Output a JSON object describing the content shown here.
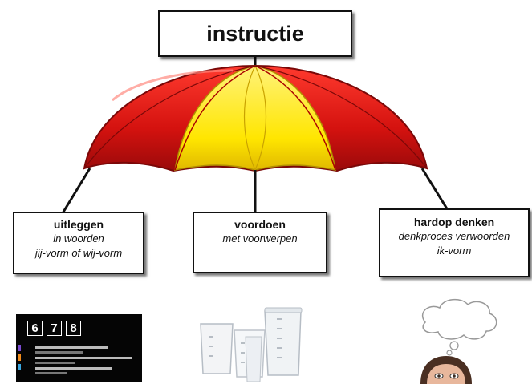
{
  "title": "instructie",
  "boxes": [
    {
      "label": "uitleggen",
      "lines": [
        "in woorden",
        "jij-vorm of wij-vorm"
      ]
    },
    {
      "label": "voordoen",
      "lines": [
        "met voorwerpen"
      ]
    },
    {
      "label": "hardop denken",
      "lines": [
        "denkproces verwoorden",
        "ik-vorm"
      ]
    }
  ],
  "screen_numbers": [
    "6",
    "7",
    "8"
  ],
  "colors": {
    "red": "#d7191c",
    "yellow": "#ffe600",
    "dark_red": "#8e0b0b"
  }
}
